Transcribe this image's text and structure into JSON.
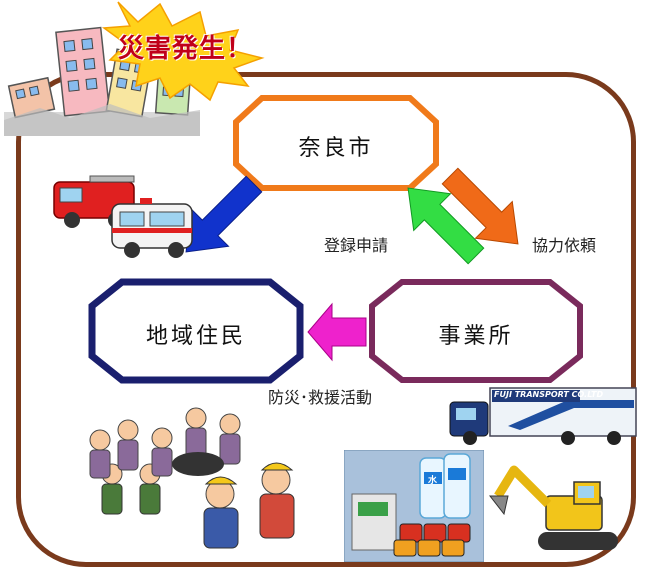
{
  "banner": {
    "title": "災害発生！"
  },
  "nodes": {
    "nara": {
      "label": "奈良市",
      "color": "#f07a1a"
    },
    "residents": {
      "label": "地域住民",
      "color": "#1a1f6e"
    },
    "business": {
      "label": "事業所",
      "color": "#7a2a5c"
    }
  },
  "edges": {
    "registration": {
      "label": "登録申請",
      "color": "#22cc33"
    },
    "request": {
      "label": "協力依頼",
      "color": "#ee6611"
    },
    "support": {
      "label": "防災･救援活動",
      "color": "#ee11cc"
    },
    "dispatch": {
      "color": "#1133cc"
    }
  },
  "illustrations": {
    "truck_sign": "FUJI TRANSPORT CO.LTD",
    "water_label": "水"
  }
}
